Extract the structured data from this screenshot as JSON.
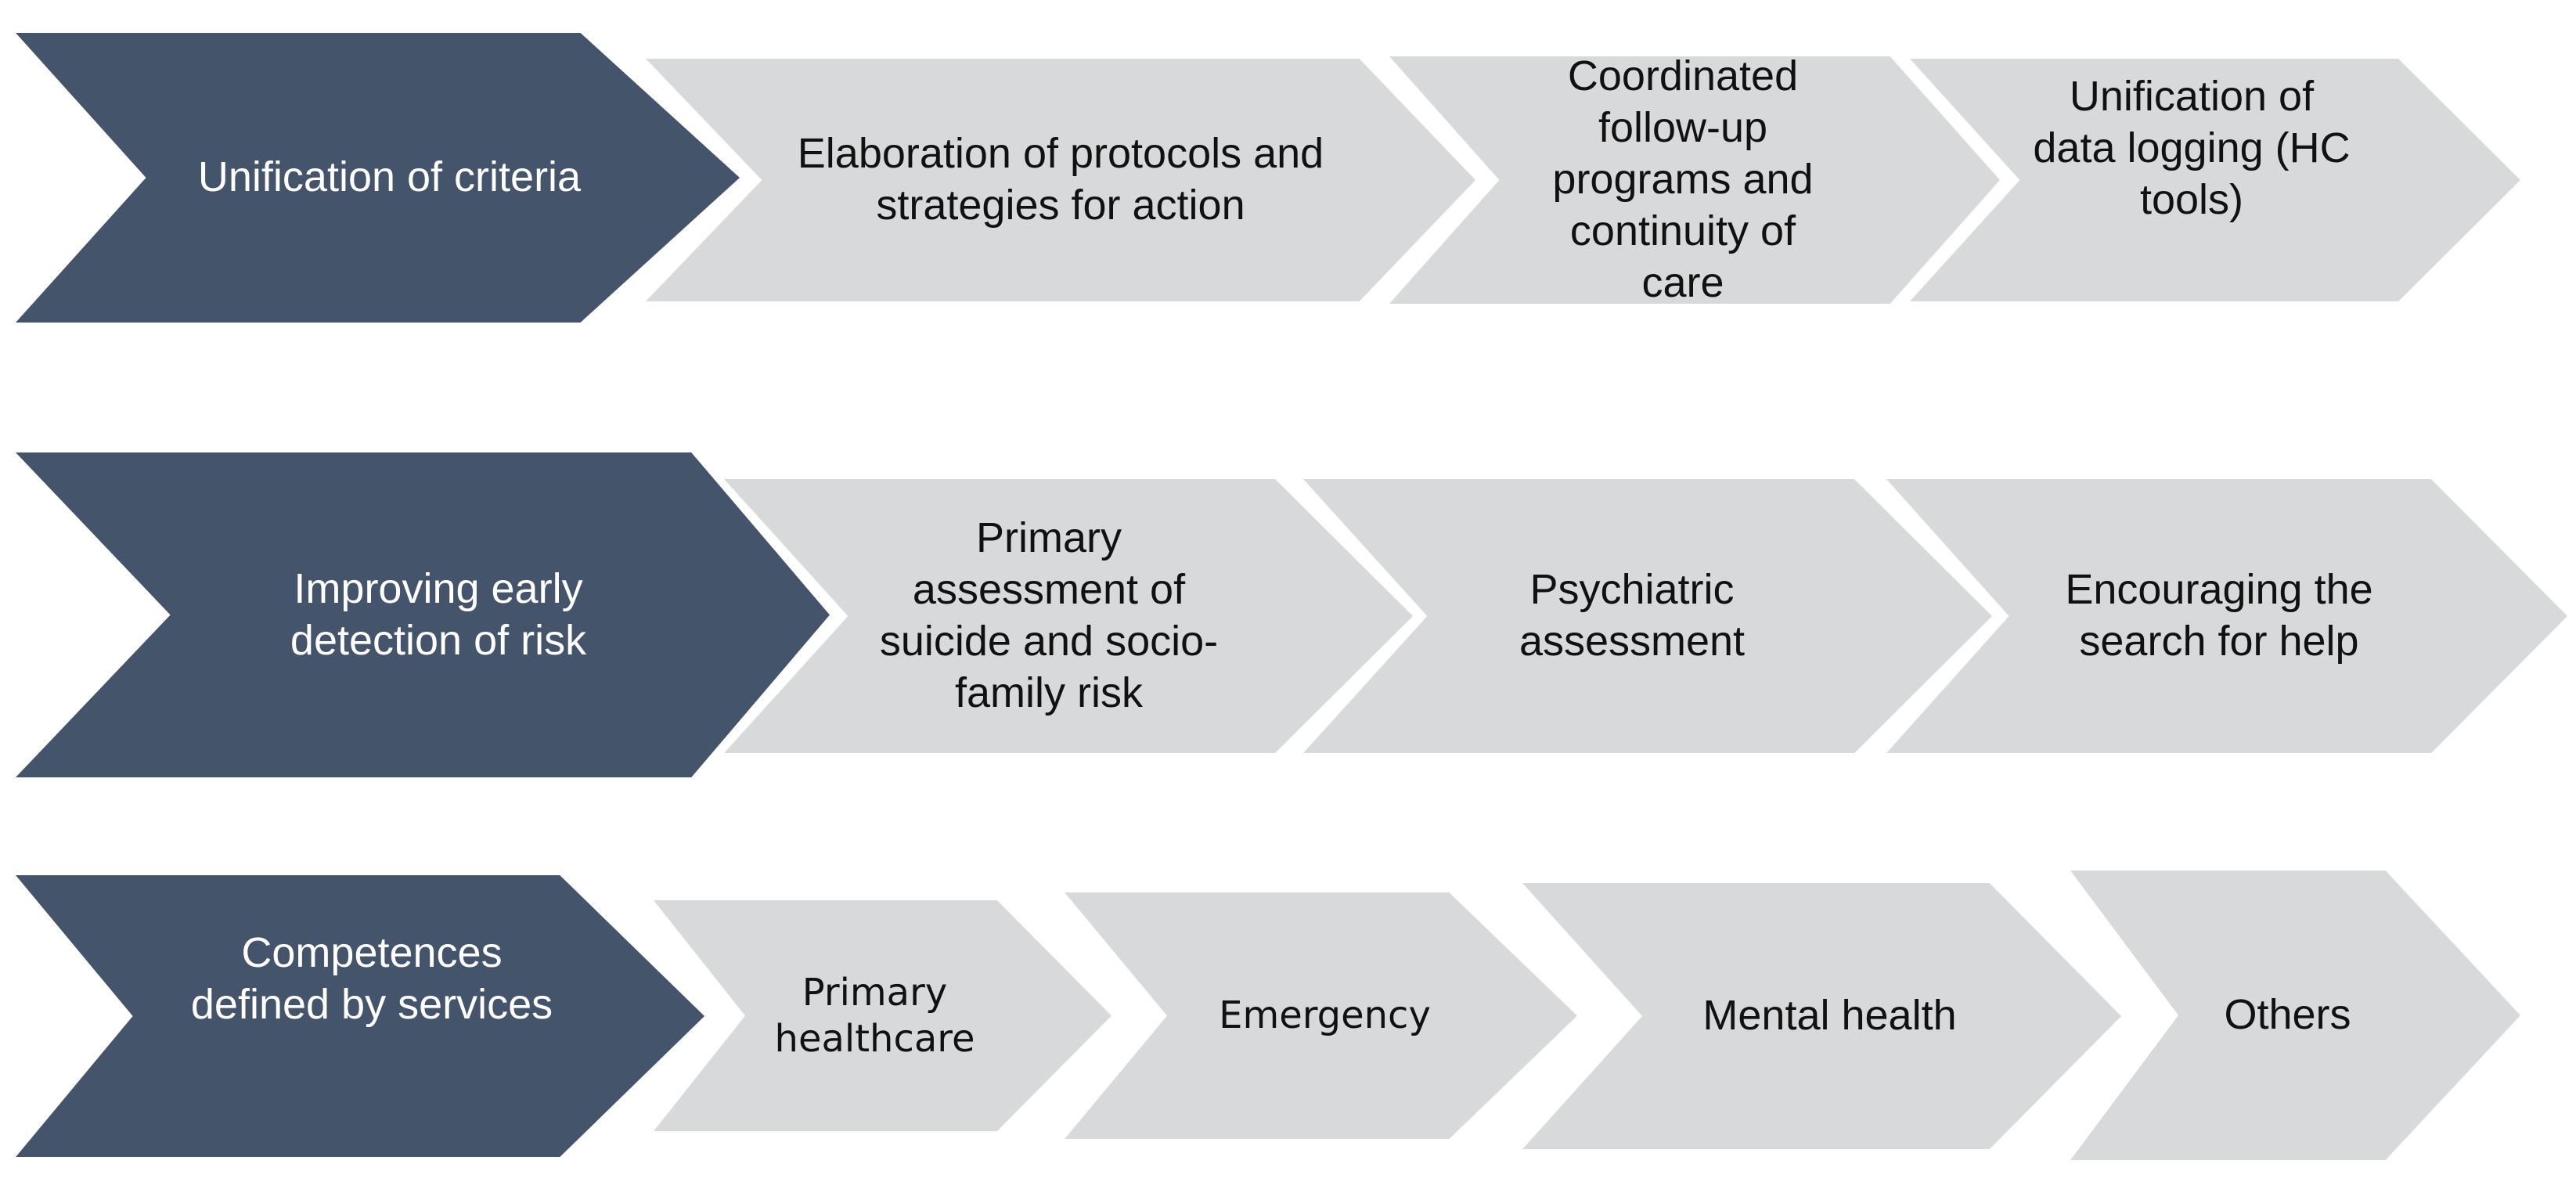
{
  "colors": {
    "main_fill": "#44546a",
    "main_text": "#ffffff",
    "step_fill": "#d8d9db",
    "step_text": "#111111",
    "background": "#ffffff"
  },
  "rows": [
    {
      "main": "Unification of criteria",
      "steps": [
        "Elaboration of protocols and\nstrategies for action",
        "Coordinated\nfollow-up\nprograms and\ncontinuity of\ncare",
        "Unification of\ndata logging (HC\ntools)"
      ]
    },
    {
      "main": "Improving early\ndetection of risk",
      "steps": [
        "Primary\nassessment of\nsuicide and socio-\nfamily risk",
        "Psychiatric\nassessment",
        "Encouraging the\nsearch for help"
      ]
    },
    {
      "main": "Competences\ndefined by services",
      "steps": [
        "Primary\nhealthcare",
        "Emergency",
        "Mental health",
        "Others"
      ]
    }
  ]
}
